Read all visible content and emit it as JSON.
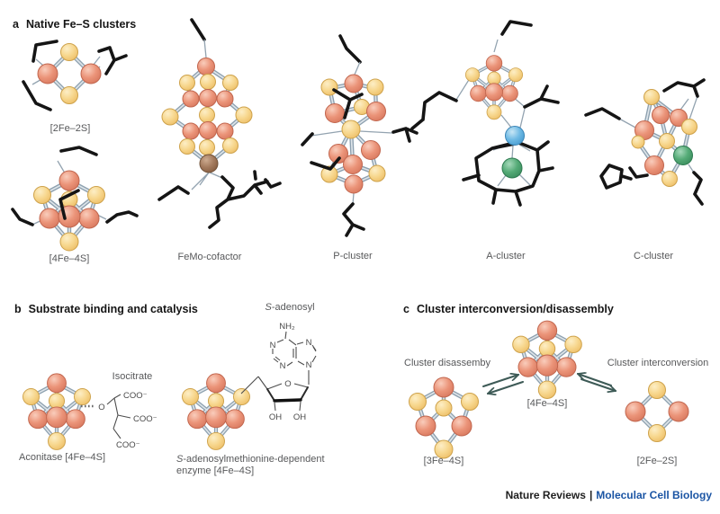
{
  "palette": {
    "iron": "#e98f76",
    "sulphur": "#f7d68c",
    "molybdenum": "#a27a5c",
    "nickel": "#4fa873",
    "copper": "#6cb9e3",
    "bond": "#8da0af",
    "ligand_stick": "#151515",
    "label_gray": "#57585a",
    "brand_blue": "#1b55a4"
  },
  "panels": {
    "a": {
      "letter": "a",
      "title": "Native Fe–S clusters",
      "clusters": [
        {
          "label": "[2Fe–2S]"
        },
        {
          "label": "[4Fe–4S]"
        },
        {
          "label": "FeMo-cofactor"
        },
        {
          "label": "P-cluster"
        },
        {
          "label": "A-cluster"
        },
        {
          "label": "C-cluster"
        }
      ]
    },
    "b": {
      "letter": "b",
      "title": "Substrate binding and catalysis",
      "aconitase": {
        "substrate": "Isocitrate",
        "atom_o": "O",
        "coo_top": "COO⁻",
        "coo_mid": "COO⁻",
        "coo_bottom": "COO⁻",
        "label": "Aconitase [4Fe–4S]"
      },
      "sam": {
        "substrate_s": "S",
        "substrate_rest": "-adenosyl",
        "nh2": "NH₂",
        "n1": "N",
        "n3": "N",
        "n7": "N",
        "n9": "N",
        "ribose_o": "O",
        "oh1": "OH",
        "oh2": "OH",
        "label_s": "S",
        "label_line1_rest": "-adenosylmethionine-dependent",
        "label_line2": "enzyme [4Fe–4S]"
      }
    },
    "c": {
      "letter": "c",
      "title": "Cluster interconversion/disassembly",
      "left_process": "Cluster disassemby",
      "right_process": "Cluster interconversion",
      "center_label": "[4Fe–4S]",
      "left_label": "[3Fe–4S]",
      "right_label": "[2Fe–2S]"
    }
  },
  "footer": {
    "journal": "Nature Reviews",
    "separator": "|",
    "publication": "Molecular Cell Biology"
  }
}
